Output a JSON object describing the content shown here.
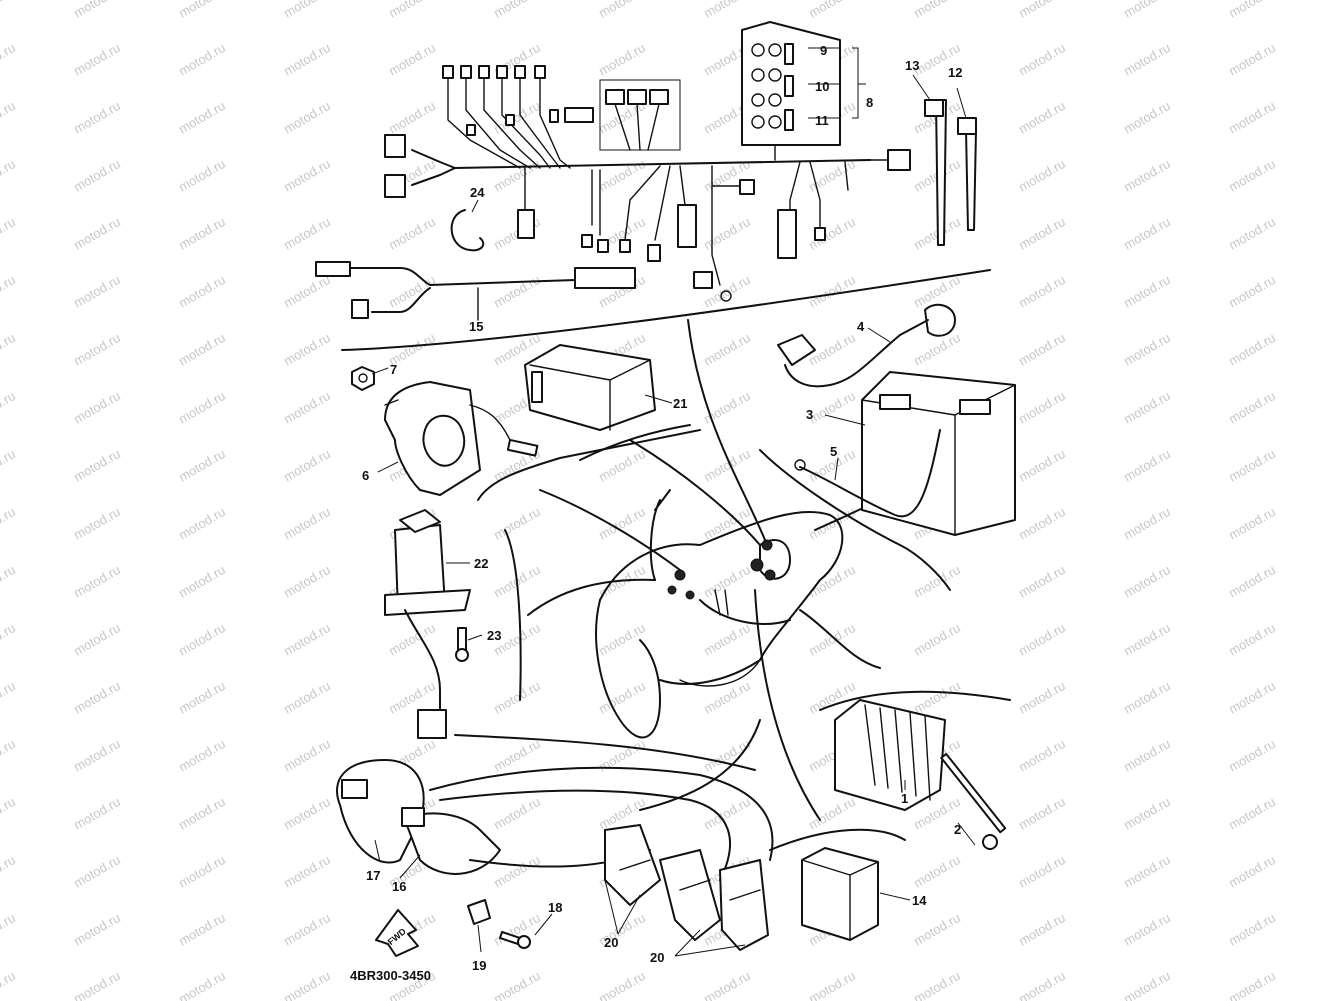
{
  "diagram": {
    "watermark": "motod.ru",
    "part_code": "4BR300-3450",
    "fwd_label": "FWD",
    "callouts": [
      "1",
      "2",
      "3",
      "4",
      "5",
      "6",
      "7",
      "8",
      "9",
      "10",
      "11",
      "12",
      "13",
      "14",
      "15",
      "16",
      "17",
      "18",
      "19",
      "20",
      "20",
      "21",
      "22",
      "23",
      "24"
    ]
  }
}
